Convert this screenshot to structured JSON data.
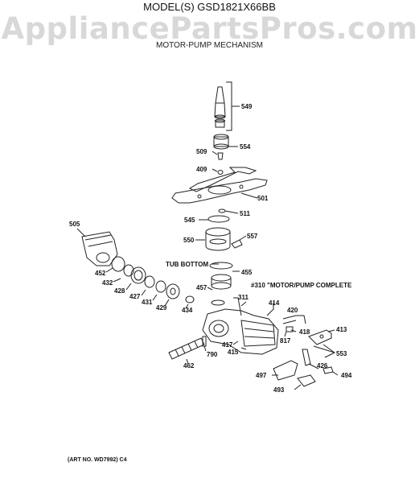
{
  "header": {
    "watermark": "AppliancePartsPros.com",
    "model": "MODEL(S) GSD1821X66BB",
    "section": "MOTOR-PUMP MECHANISM"
  },
  "notes": {
    "tub_bottom": "TUB BOTTOM",
    "motor_pump": "#310 \"MOTOR/PUMP COMPLETE",
    "art_no": "(ART NO. WD7992) C4"
  },
  "parts": [
    "549",
    "554",
    "509",
    "409",
    "501",
    "511",
    "545",
    "557",
    "550",
    "505",
    "455",
    "452",
    "432",
    "428",
    "427",
    "431",
    "429",
    "434",
    "457",
    "311",
    "414",
    "420",
    "418",
    "817",
    "413",
    "553",
    "417",
    "415",
    "790",
    "462",
    "426",
    "497",
    "494",
    "493"
  ]
}
